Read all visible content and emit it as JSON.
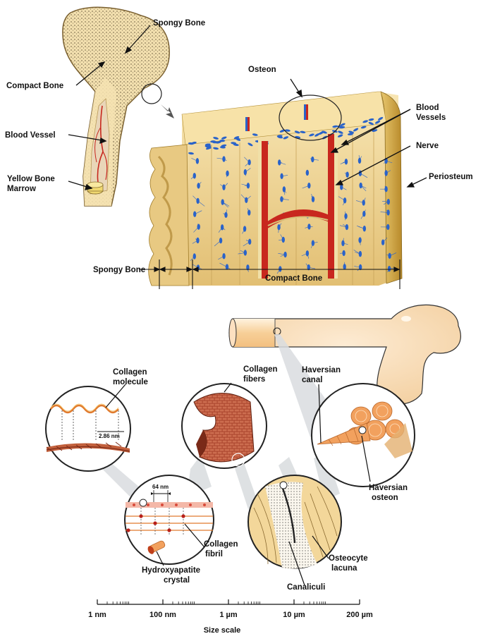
{
  "top_panel": {
    "labels": {
      "spongy_bone_femur": "Spongy Bone",
      "compact_bone_femur": "Compact Bone",
      "blood_vessel": "Blood Vessel",
      "yellow_bone_marrow_1": "Yellow Bone",
      "yellow_bone_marrow_2": "Marrow",
      "osteon": "Osteon",
      "blood_vessels_1": "Blood",
      "blood_vessels_2": "Vessels",
      "nerve": "Nerve",
      "periosteum": "Periosteum",
      "spongy_bone_section": "Spongy Bone",
      "compact_bone_section": "Compact Bone"
    }
  },
  "bottom_panel": {
    "labels": {
      "collagen_molecule_1": "Collagen",
      "collagen_molecule_2": "molecule",
      "collagen_fibers_1": "Collagen",
      "collagen_fibers_2": "fibers",
      "haversian_canal_1": "Haversian",
      "haversian_canal_2": "canal",
      "haversian_osteon_1": "Haversian",
      "haversian_osteon_2": "osteon",
      "collagen_fibril_1": "Collagen",
      "collagen_fibril_2": "fibril",
      "hydroxyapatite_1": "Hydroxyapatite",
      "hydroxyapatite_2": "crystal",
      "osteocyte_lacuna_1": "Osteocyte",
      "osteocyte_lacuna_2": "lacuna",
      "canaliculi": "Canaliculi",
      "dim_molecule": "2.86 nm",
      "dim_fibril": "64 nm"
    },
    "size_scale": {
      "title": "Size scale",
      "ticks": [
        "1 nm",
        "100 nm",
        "1 µm",
        "10 µm",
        "200 µm"
      ]
    }
  },
  "colors": {
    "bone": "#f3dca0",
    "bone_dark": "#d9b469",
    "osteocyte_blue": "#2a63c9",
    "vessel_red": "#c8271e",
    "fibril_pink": "#f4b8a8",
    "fiber_brown": "#9c3b26",
    "canal_orange": "#f2a15e",
    "lens_gray": "#d9dcdf"
  }
}
